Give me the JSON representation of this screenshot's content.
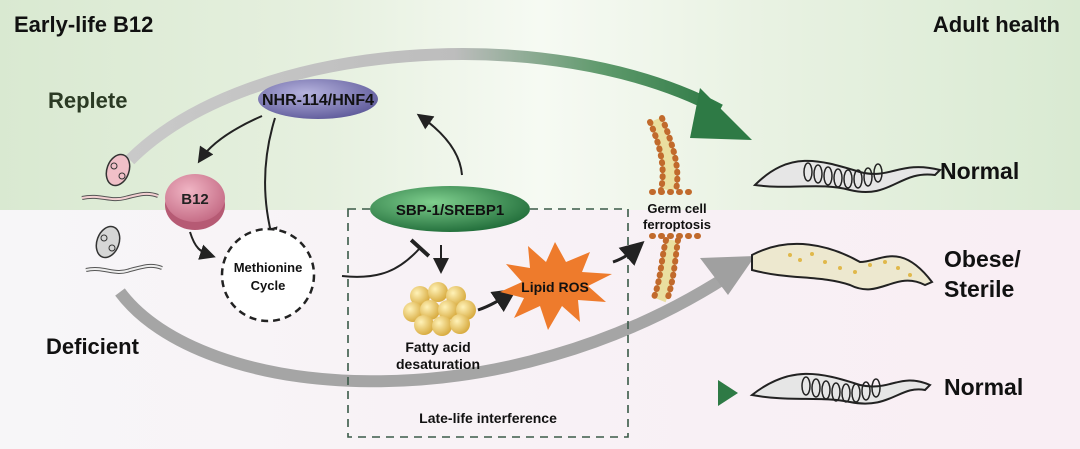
{
  "header": {
    "left_title": "Early-life B12",
    "right_title": "Adult health"
  },
  "conditions": {
    "replete": "Replete",
    "deficient": "Deficient"
  },
  "nodes": {
    "nhr": "NHR-114/HNF4",
    "b12": "B12",
    "methionine_line1": "Methionine",
    "methionine_line2": "Cycle",
    "sbp": "SBP-1/SREBP1",
    "fatty_line1": "Fatty acid",
    "fatty_line2": "desaturation",
    "lipid_ros": "Lipid ROS",
    "germ_line1": "Germ cell",
    "germ_line2": "ferroptosis",
    "late_life": "Late-life interference"
  },
  "outcomes": {
    "top": "Normal",
    "middle_line1": "Obese/",
    "middle_line2": "Sterile",
    "bottom": "Normal"
  },
  "colors": {
    "replete_bg": "#d9e9d1",
    "deficient_bg": "#f9eef4",
    "nhr": "#7c78b4",
    "b12": "#d98aa0",
    "sbp": "#2f8a4c",
    "lipid_ros": "#ee7b2c",
    "arrow_green": "#2e7a45",
    "arrow_gray": "#9a9a9a"
  }
}
